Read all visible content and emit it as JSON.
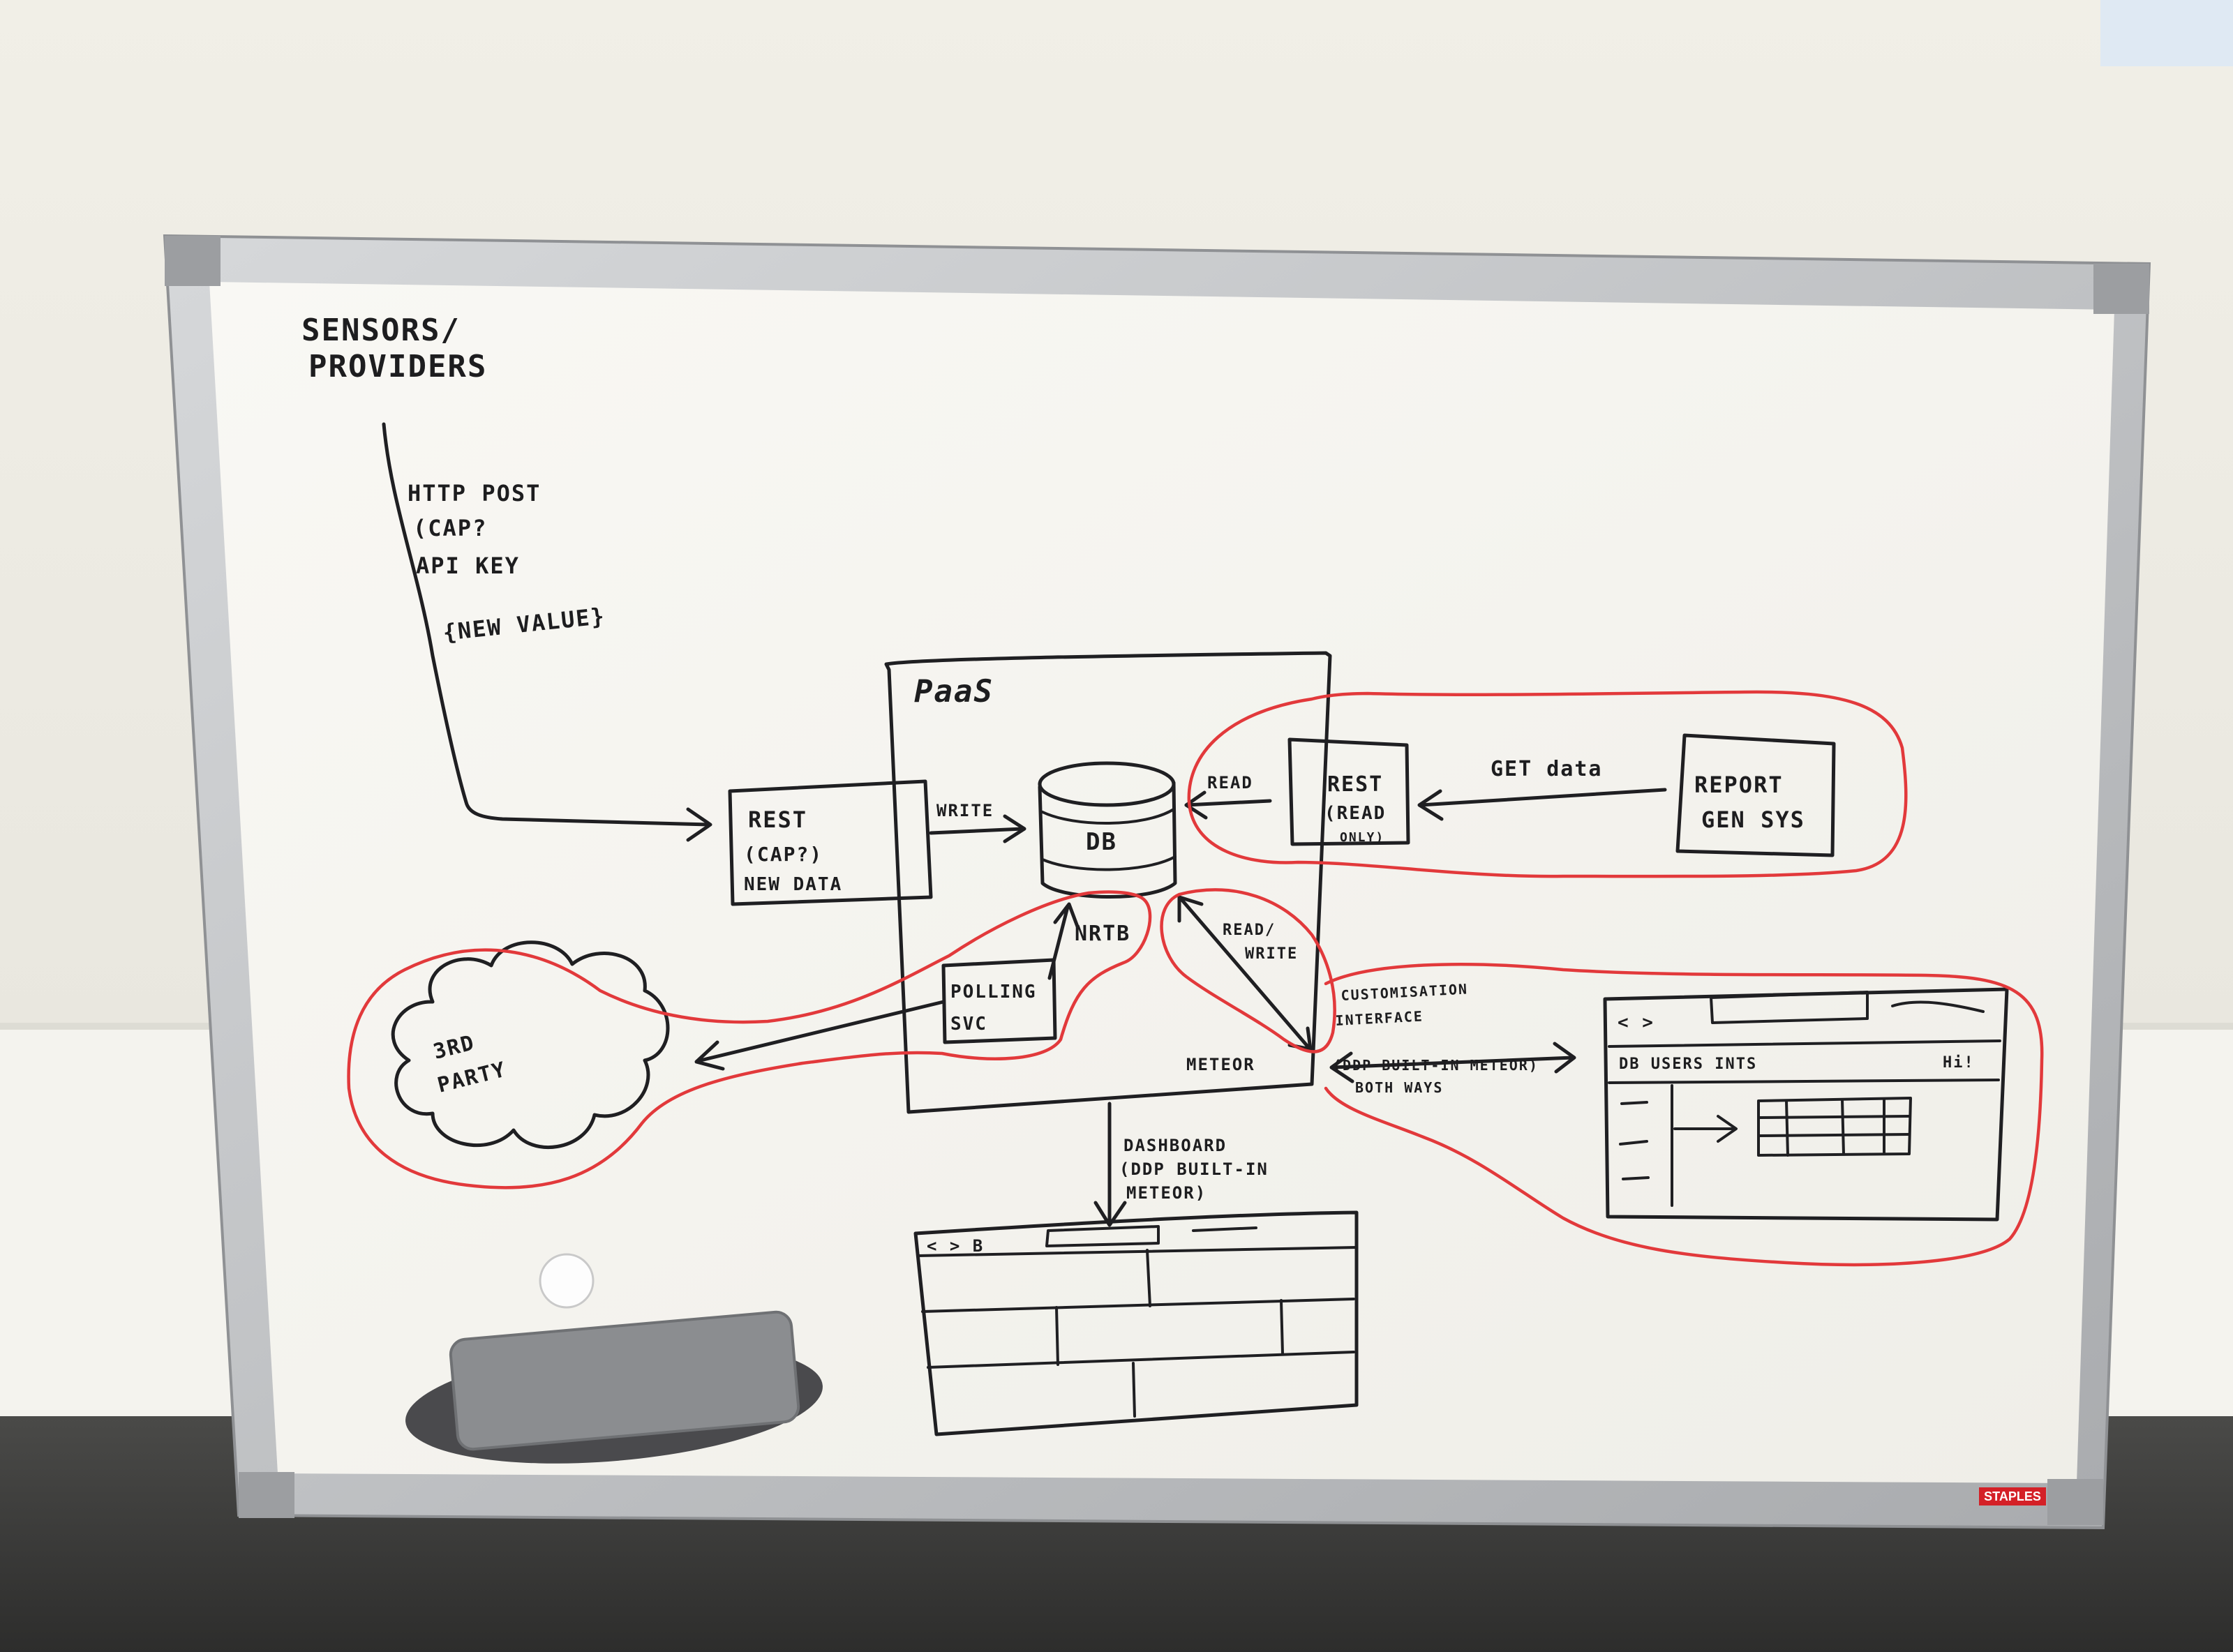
{
  "diagram": {
    "sensors_label": [
      "SENSORS/",
      "PROVIDERS"
    ],
    "http_notes": [
      "HTTP POST",
      "(CAP?",
      "API KEY",
      "{NEW VALUE}"
    ],
    "paas_label": "PaaS",
    "rest_in_lines": [
      "REST",
      "(CAP?)",
      "NEW DATA"
    ],
    "write_label": "WRITE",
    "db_label": "DB",
    "read_label": "READ",
    "rest_ro_lines": [
      "REST",
      "(READ",
      "ONLY)"
    ],
    "get_data_label": "GET data",
    "report_lines": [
      "REPORT",
      "GEN SYS"
    ],
    "nrtb_label": "NRTB",
    "polling_lines": [
      "POLLING",
      "SVC"
    ],
    "read_write_lines": [
      "READ/",
      "WRITE"
    ],
    "third_party_lines": [
      "3RD",
      "PARTY"
    ],
    "meteor_label": "METEOR",
    "customisation_lines": [
      "CUSTOMISATION",
      "INTERFACE",
      "(DDP BUILT-IN METEOR)",
      "BOTH WAYS"
    ],
    "dashboard_lines": [
      "DASHBOARD",
      "(DDP BUILT-IN",
      "METEOR)"
    ],
    "browser_nav": "< >",
    "dashboard_browser_nav": "< >  B",
    "admin_menu": "DB   USERS   INTS",
    "admin_hi": "Hi!",
    "brand_label": "STAPLES"
  },
  "colors": {
    "marker_black": "#1f1f22",
    "marker_red": "#e2393b",
    "board_white": "#f7f6f1",
    "frame_silver": "#c2c4c6",
    "eraser_grey": "#8b8d90",
    "felt_grey": "#4a4a4d",
    "magnet_white": "#fdfdfd",
    "brand_red": "#d42027"
  }
}
